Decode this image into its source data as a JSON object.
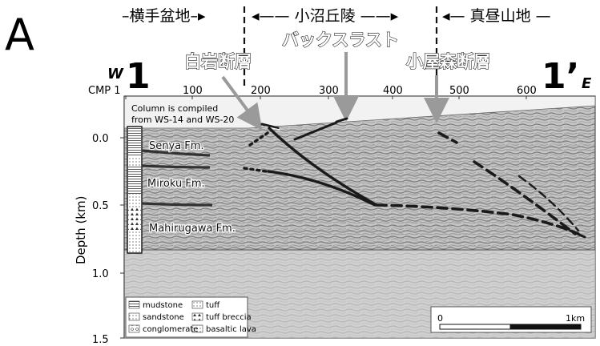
{
  "panel_label": "A",
  "regions": [
    {
      "text": "–横手盆地–▸"
    },
    {
      "text": "◂—— 小沼丘陵 ——▸"
    },
    {
      "text": "◂— 真昼山地 —"
    }
  ],
  "fault_labels": [
    {
      "text": "白岩断層"
    },
    {
      "text": "バックスラスト"
    },
    {
      "text": "小屋森断層"
    }
  ],
  "profile": {
    "west_tag": "W",
    "west_num": "1",
    "east_num": "1’",
    "east_tag": "E"
  },
  "cmp_axis": {
    "ticks": [
      "CMP 1",
      "100",
      "200",
      "300",
      "400",
      "500",
      "600"
    ]
  },
  "depth_axis": {
    "label": "Depth (km)",
    "ticks": [
      "0.0",
      "0.5",
      "1.0",
      "1.5"
    ]
  },
  "column_note": [
    "Column is compiled",
    "from WS-14 and WS-20"
  ],
  "formations": [
    "Senya Fm.",
    "Miroku Fm.",
    "Mahirugawa Fm."
  ],
  "legend": [
    {
      "label": "mudstone",
      "pattern": "lines"
    },
    {
      "label": "tuff",
      "pattern": "dots"
    },
    {
      "label": "sandstone",
      "pattern": "dots"
    },
    {
      "label": "tuff breccia",
      "pattern": "triangles"
    },
    {
      "label": "conglomerate",
      "pattern": "circles"
    },
    {
      "label": "basaltic lava",
      "pattern": "dots"
    }
  ],
  "scale_bar": {
    "left": "0",
    "right": "1km"
  },
  "colors": {
    "fault": "#1a1a1a",
    "section_bg": "#bdbdbd",
    "arrow": "#9a9a9a"
  }
}
